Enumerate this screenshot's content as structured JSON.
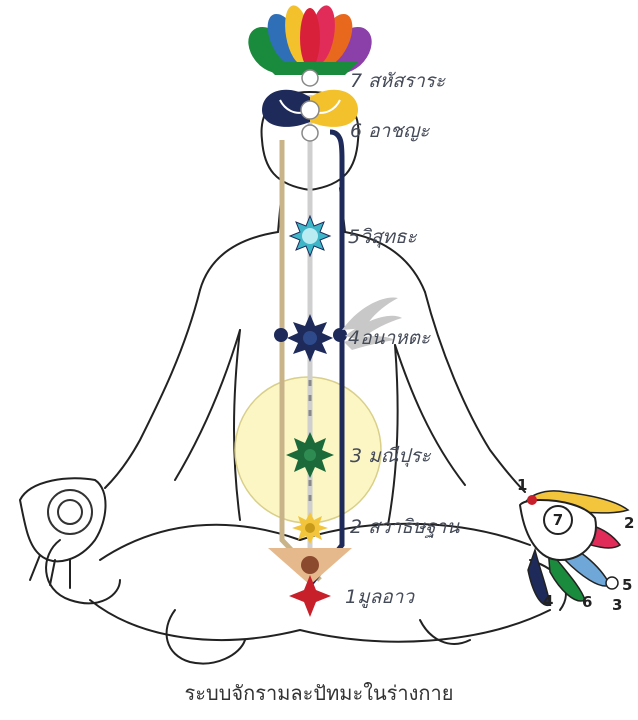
{
  "caption": "ระบบจักรามละปัทมะในร่างกาย",
  "chakras": [
    {
      "num": "7",
      "name": "สหัสราระ",
      "color": "#ffffff"
    },
    {
      "num": "6",
      "name": "อาชญะ",
      "color": "#ffffff"
    },
    {
      "num": "5",
      "name": "วิสุทธะ",
      "color": "#3fb5c8"
    },
    {
      "num": "4",
      "name": "อนาหตะ",
      "color": "#1d2a5a"
    },
    {
      "num": "3",
      "name": "มณีปุระ",
      "color": "#1c6a3a"
    },
    {
      "num": "2",
      "name": "สวาธิษฐาน",
      "color": "#f2c53d"
    },
    {
      "num": "1",
      "name": "มูลอาว",
      "color": "#c8202a"
    }
  ],
  "hand": {
    "palm_mark": "7",
    "finger_numbers": [
      "1",
      "2",
      "3",
      "4",
      "5",
      "6"
    ]
  },
  "colors": {
    "ida": "#c9b48a",
    "pingala": "#1d2a5a",
    "sushumna": "#cfcfcf",
    "manipura_glow": "#fbf6c4",
    "triangle": "#e6b98c"
  }
}
